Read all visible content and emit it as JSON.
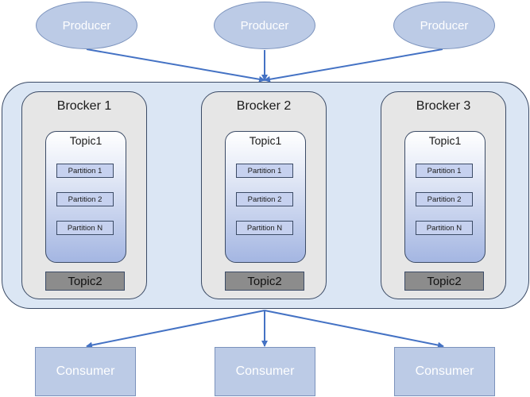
{
  "producers": [
    {
      "label": "Producer"
    },
    {
      "label": "Producer"
    },
    {
      "label": "Producer"
    }
  ],
  "brokers": [
    {
      "title": "Brocker 1",
      "topic1": "Topic1",
      "partitions": [
        "Partition 1",
        "Partition 2",
        "Partition N"
      ],
      "topic2": "Topic2"
    },
    {
      "title": "Brocker 2",
      "topic1": "Topic1",
      "partitions": [
        "Partition 1",
        "Partition 2",
        "Partition N"
      ],
      "topic2": "Topic2"
    },
    {
      "title": "Brocker 3",
      "topic1": "Topic1",
      "partitions": [
        "Partition 1",
        "Partition 2",
        "Partition N"
      ],
      "topic2": "Topic2"
    }
  ],
  "consumers": [
    {
      "label": "Consumer"
    },
    {
      "label": "Consumer"
    },
    {
      "label": "Consumer"
    }
  ],
  "colors": {
    "node_fill": "#bccbe6",
    "cluster_fill": "#dbe6f4",
    "broker_fill": "#e6e6e6",
    "partition_fill": "#c6d1ef",
    "topic2_fill": "#8c8c8c",
    "arrow": "#4472c4"
  }
}
